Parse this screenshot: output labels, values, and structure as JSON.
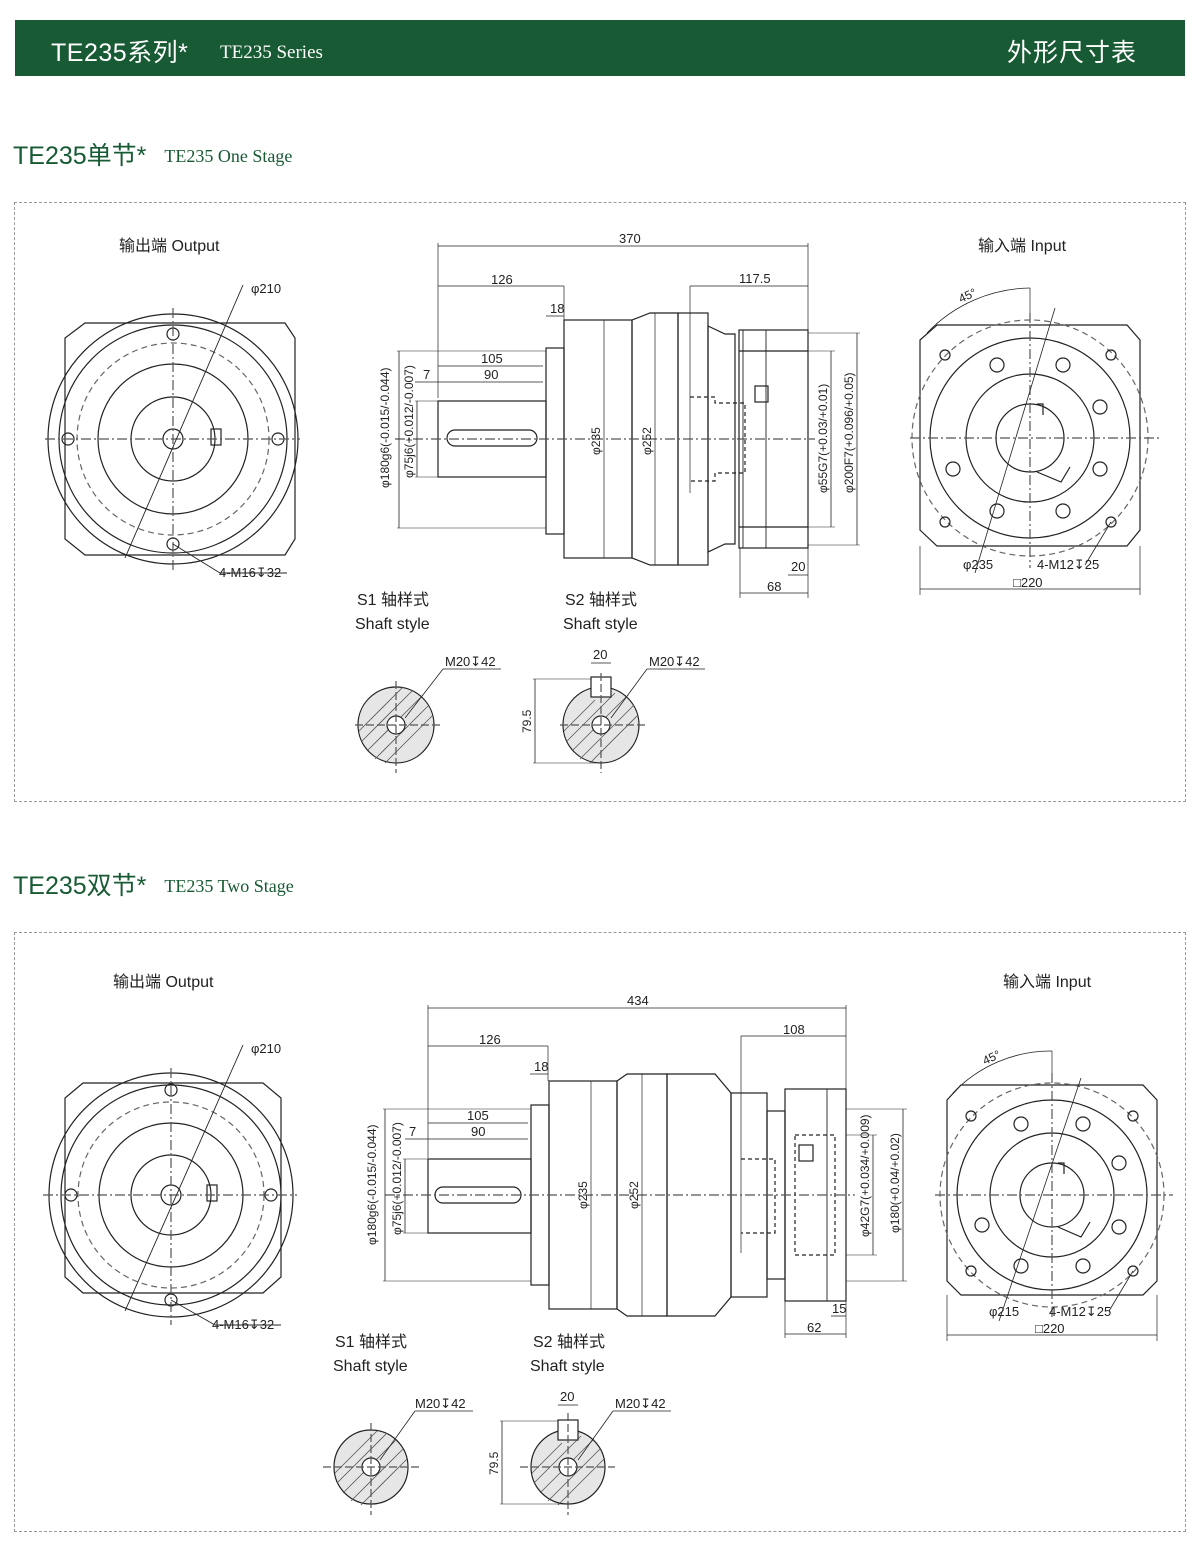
{
  "header": {
    "series_cn": "TE235系列*",
    "series_en": "TE235 Series",
    "title_cn": "外形尺寸表"
  },
  "sections": [
    {
      "title_cn": "TE235单节*",
      "title_en": "TE235 One Stage",
      "labels": {
        "output": "输出端  Output",
        "input": "输入端  Input",
        "s1_cn": "S1 轴样式",
        "s1_en": "Shaft style",
        "s2_cn": "S2 轴样式",
        "s2_en": "Shaft style"
      },
      "dims": {
        "out_dia": "φ210",
        "out_bolt": "4-M16↧32",
        "total": "370",
        "flange_len": "126",
        "flange_th": "18",
        "input_len": "117.5",
        "shaft_len": "105",
        "shaft_key": "90",
        "shaft_off": "7",
        "d_spig": "φ180g6(-0.015/-0.044)",
        "d_shaft": "φ75j6(+0.012/-0.007)",
        "d235": "φ235",
        "d252": "φ252",
        "d_motor_shaft": "φ55G7(+0.03/+0.01)",
        "d_motor_spig": "φ200F7(+0.096/+0.05)",
        "in_20": "20",
        "in_68": "68",
        "angle": "45°",
        "in_pcd": "φ235",
        "in_bolt": "4-M12↧25",
        "square": "□220",
        "thread": "M20↧42",
        "key_w": "20",
        "key_h": "79.5"
      }
    },
    {
      "title_cn": "TE235双节*",
      "title_en": "TE235 Two Stage",
      "labels": {
        "output": "输出端  Output",
        "input": "输入端  Input",
        "s1_cn": "S1 轴样式",
        "s1_en": "Shaft style",
        "s2_cn": "S2 轴样式",
        "s2_en": "Shaft style"
      },
      "dims": {
        "out_dia": "φ210",
        "out_bolt": "4-M16↧32",
        "total": "434",
        "flange_len": "126",
        "flange_th": "18",
        "input_len": "108",
        "shaft_len": "105",
        "shaft_key": "90",
        "shaft_off": "7",
        "d_spig": "φ180g6(-0.015/-0.044)",
        "d_shaft": "φ75j6(+0.012/-0.007)",
        "d235": "φ235",
        "d252": "φ252",
        "d_motor_shaft": "φ42G7(+0.034/+0.009)",
        "d_motor_spig": "φ180(+0.04/+0.02)",
        "in_20": "15",
        "in_68": "62",
        "angle": "45°",
        "in_pcd": "φ215",
        "in_bolt": "4-M12↧25",
        "square": "□220",
        "thread": "M20↧42",
        "key_w": "20",
        "key_h": "79.5"
      }
    }
  ]
}
